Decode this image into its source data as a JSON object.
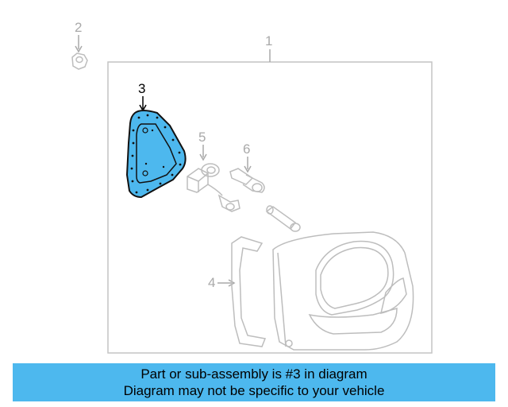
{
  "callouts": {
    "c1": "1",
    "c2": "2",
    "c3": "3",
    "c4": "4",
    "c5": "5",
    "c6": "6"
  },
  "highlight_part": "3",
  "colors": {
    "highlight": "#4db8ee",
    "line_gray": "#bdbdbd",
    "banner": "#4db8ee"
  },
  "banner": {
    "line1": "Part or sub-assembly is #3 in diagram",
    "line2": "Diagram may not be specific to your vehicle"
  }
}
